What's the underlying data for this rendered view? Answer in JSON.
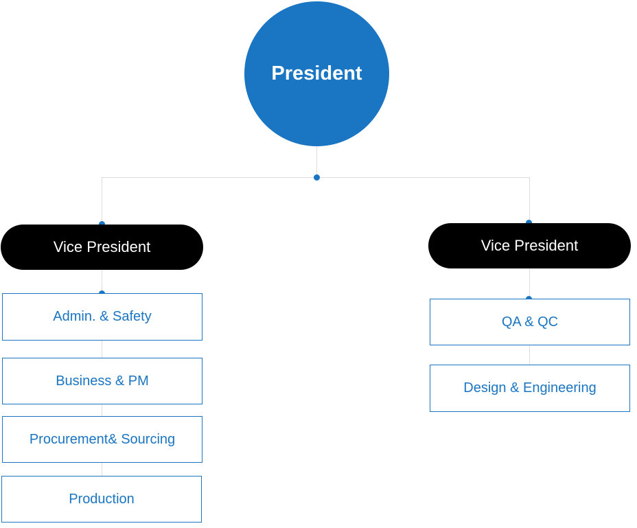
{
  "president": {
    "label": "President"
  },
  "vice_presidents": [
    {
      "label": "Vice President",
      "departments": [
        "Admin. & Safety",
        "Business & PM",
        "Procurement& Sourcing",
        "Production"
      ]
    },
    {
      "label": "Vice President",
      "departments": [
        "QA & QC",
        "Design & Engineering"
      ]
    }
  ],
  "colors": {
    "accent": "#1a75c2",
    "vp_fill": "#000000",
    "connector": "#dcdcdc"
  }
}
